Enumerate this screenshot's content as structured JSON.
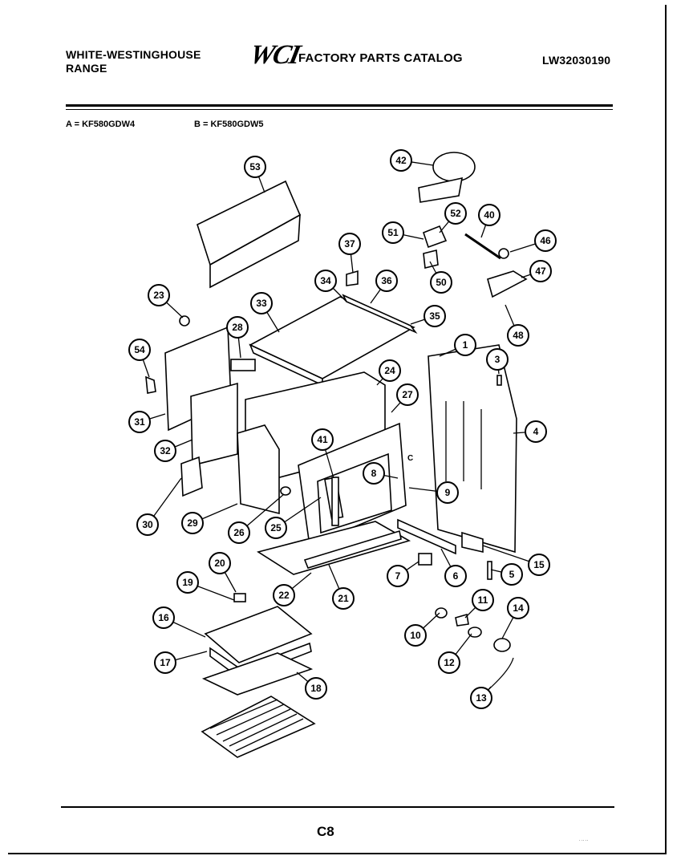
{
  "header": {
    "brand_line1": "WHITE-WESTINGHOUSE",
    "brand_line2": "RANGE",
    "logo": "WCI",
    "catalog_title": "FACTORY PARTS CATALOG",
    "doc_number": "LW32030190"
  },
  "models": {
    "a": "A = KF580GDW4",
    "b": "B = KF580GDW5"
  },
  "diagram": {
    "letter_c": "C",
    "callouts": [
      "1",
      "3",
      "4",
      "5",
      "6",
      "7",
      "8",
      "9",
      "10",
      "11",
      "12",
      "13",
      "14",
      "15",
      "16",
      "17",
      "18",
      "19",
      "20",
      "21",
      "22",
      "23",
      "24",
      "25",
      "26",
      "27",
      "28",
      "29",
      "30",
      "31",
      "32",
      "33",
      "34",
      "35",
      "36",
      "37",
      "40",
      "41",
      "42",
      "46",
      "47",
      "48",
      "50",
      "51",
      "52",
      "53",
      "54"
    ]
  },
  "footer": {
    "page": "C8"
  },
  "colors": {
    "ink": "#000000",
    "paper": "#ffffff"
  }
}
